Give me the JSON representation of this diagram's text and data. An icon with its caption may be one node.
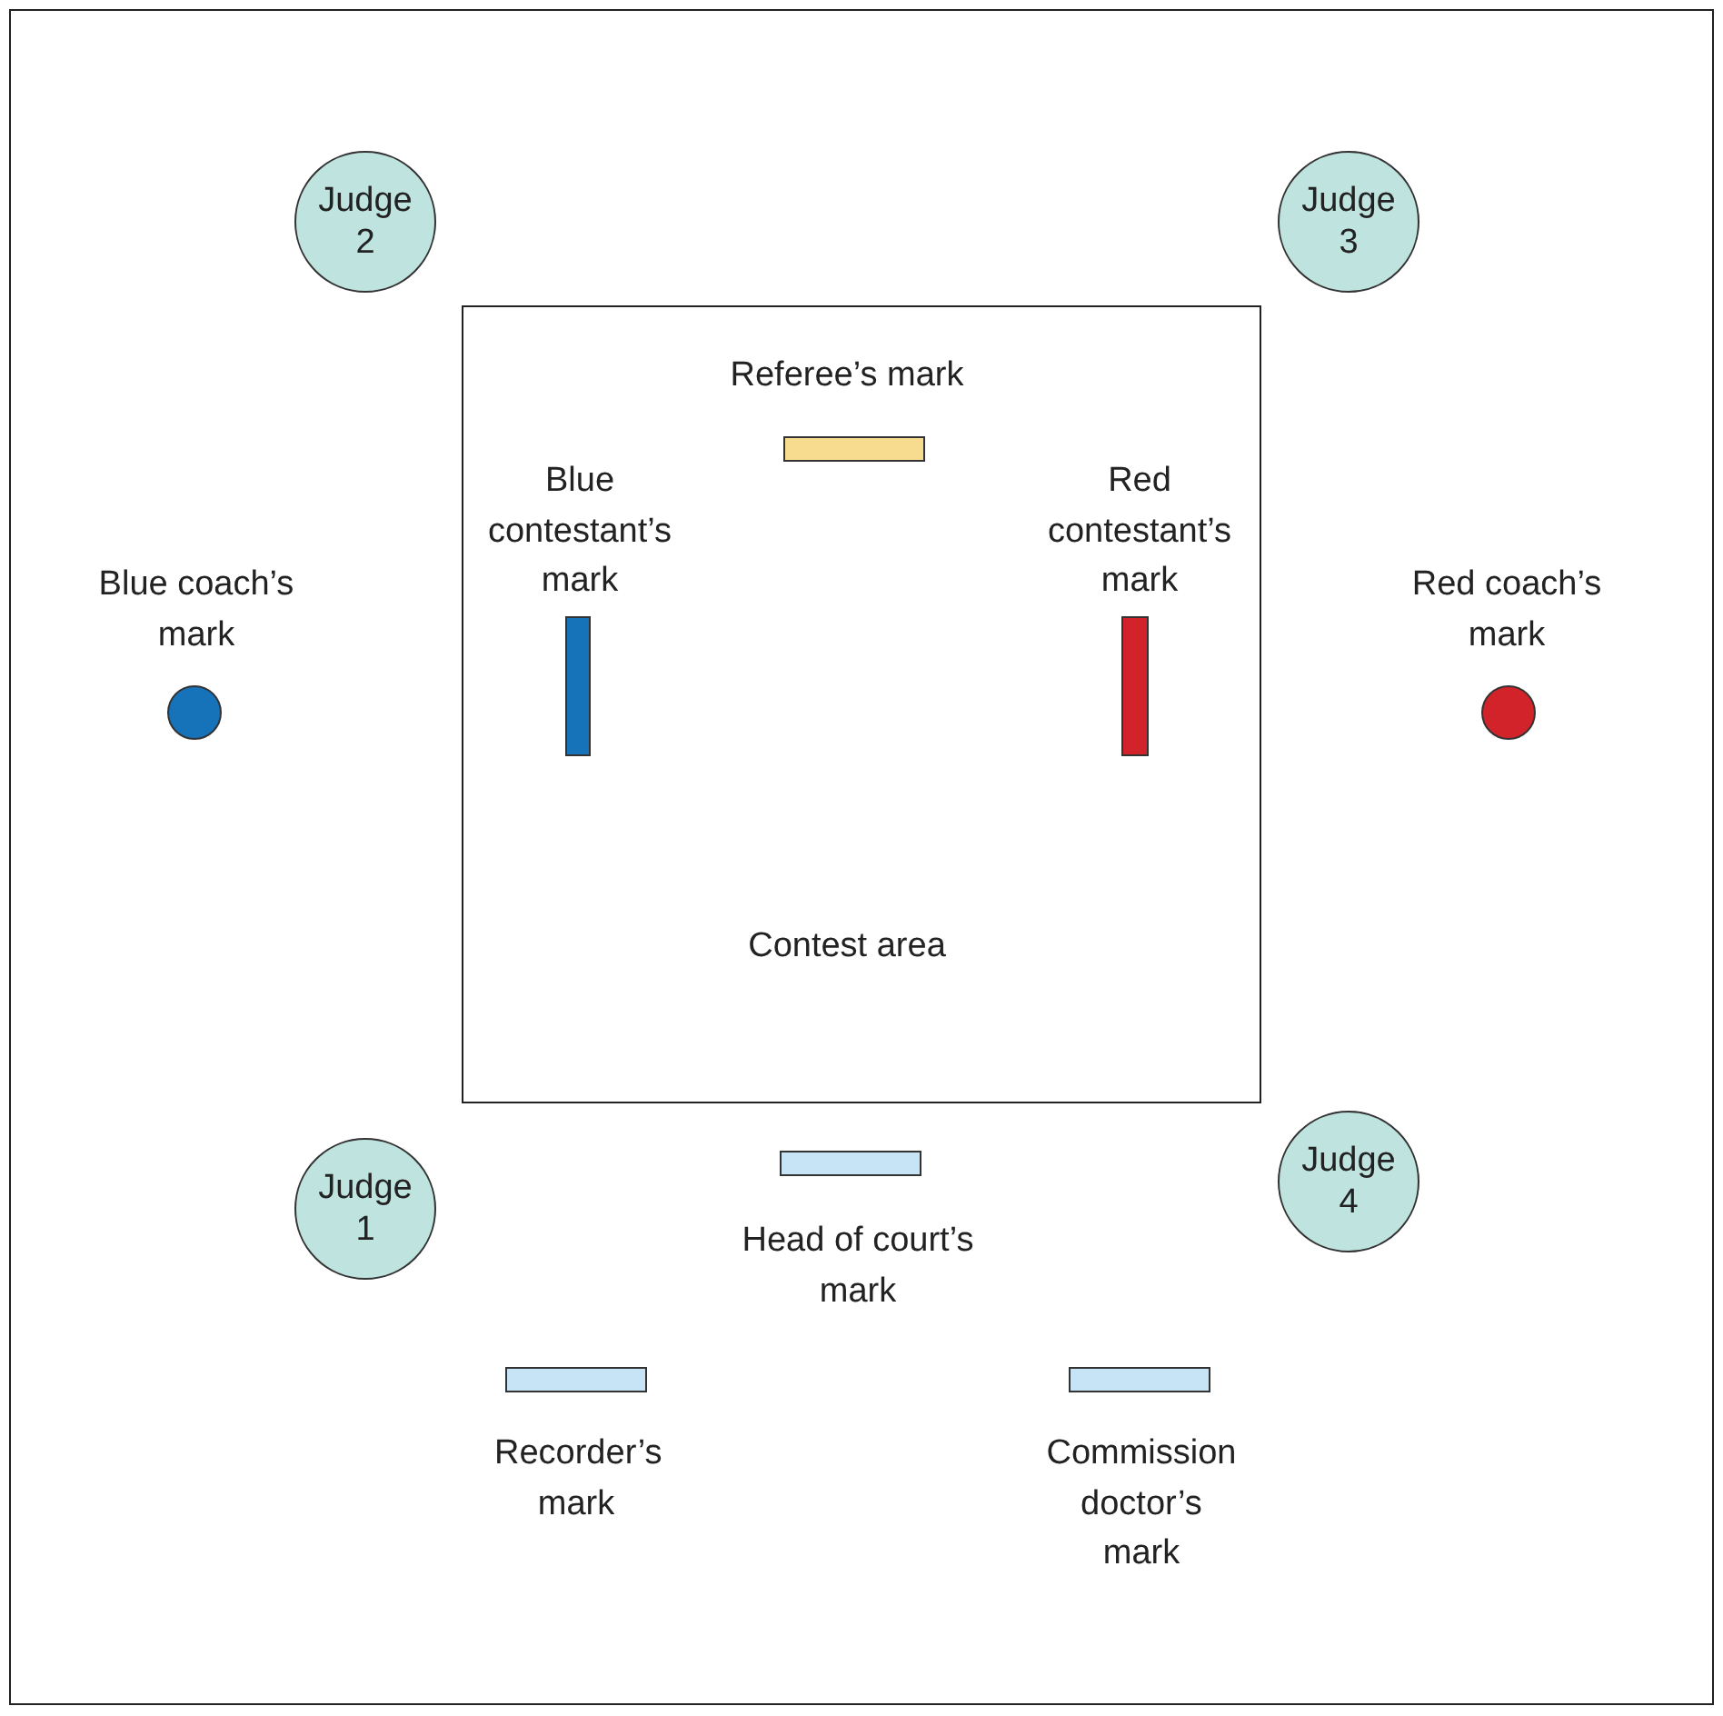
{
  "diagram": {
    "nodes": [
      {
        "text": [
          "Judge 2"
        ]
      },
      {
        "text": [
          "Judge 3"
        ]
      },
      {
        "text": [
          "Contest area"
        ]
      },
      {
        "text": [],
        "shape": "bar",
        "in": 2,
        "beside": [
          "Referee’s mark"
        ]
      },
      {
        "text": [],
        "shape": "bar",
        "in": 2,
        "beside": [
          "Blue contestant’s mark"
        ]
      },
      {
        "text": [],
        "shape": "bar",
        "in": 2,
        "beside": [
          "Red contestant’s mark"
        ]
      },
      {
        "text": [],
        "shape": "circle",
        "beside": [
          "Blue coach’s mark"
        ]
      },
      {
        "text": [],
        "shape": "circle",
        "beside": [
          "Red coach’s mark"
        ]
      },
      {
        "text": [
          "Judge 1"
        ]
      },
      {
        "text": [],
        "shape": "bar",
        "beside": [
          "Head of court’s mark"
        ]
      },
      {
        "text": [
          "Judge 4"
        ]
      },
      {
        "text": [],
        "shape": "bar",
        "beside": [
          "Recorder’s mark"
        ]
      },
      {
        "text": [],
        "shape": "bar",
        "beside": [
          "Commission doctor’s mark"
        ]
      }
    ],
    "edges": []
  }
}
